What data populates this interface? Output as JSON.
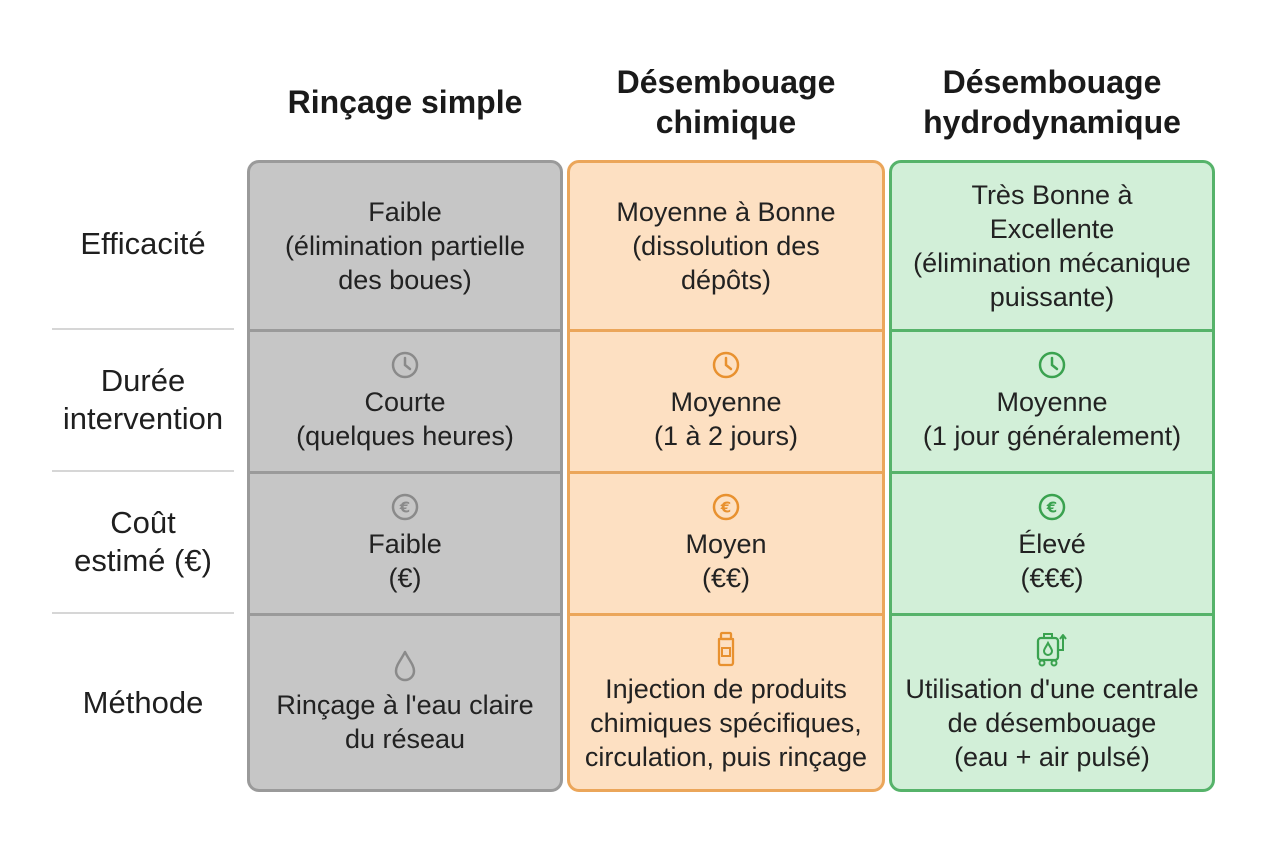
{
  "columns": [
    {
      "title": "Rinçage simple",
      "border": "#9a9a9a",
      "fill": "#c6c6c6"
    },
    {
      "title": "Désembouage\nchimique",
      "border": "#eba65a",
      "fill": "#fde0c2"
    },
    {
      "title": "Désembouage\nhydrodynamique",
      "border": "#56b36a",
      "fill": "#d2efd8"
    }
  ],
  "rows": [
    {
      "label": "Efficacité"
    },
    {
      "label": "Durée\nintervention",
      "icon": "clock-icon"
    },
    {
      "label": "Coût\nestimé (€)",
      "icon": "euro-coin-icon"
    },
    {
      "label": "Méthode"
    }
  ],
  "cells": [
    [
      "Faible\n(élimination partielle\ndes boues)",
      "Moyenne à Bonne\n(dissolution des\ndépôts)",
      "Très Bonne à\nExcellente\n(élimination mécanique\npuissante)"
    ],
    [
      "Courte\n(quelques heures)",
      "Moyenne\n(1 à 2 jours)",
      "Moyenne\n(1 jour généralement)"
    ],
    [
      "Faible\n(€)",
      "Moyen\n(€€)",
      "Élevé\n(€€€)"
    ],
    [
      "Rinçage à l'eau claire\ndu réseau",
      "Injection de produits\nchimiques spécifiques,\ncirculation, puis rinçage",
      "Utilisation d'une centrale\nde désembouage\n(eau + air pulsé)"
    ]
  ],
  "method_icons": [
    "water-drop-icon",
    "chemical-bottle-icon",
    "flushing-machine-icon"
  ],
  "icon_colors": [
    "#8a8a8a",
    "#e8912f",
    "#3aa24f"
  ]
}
